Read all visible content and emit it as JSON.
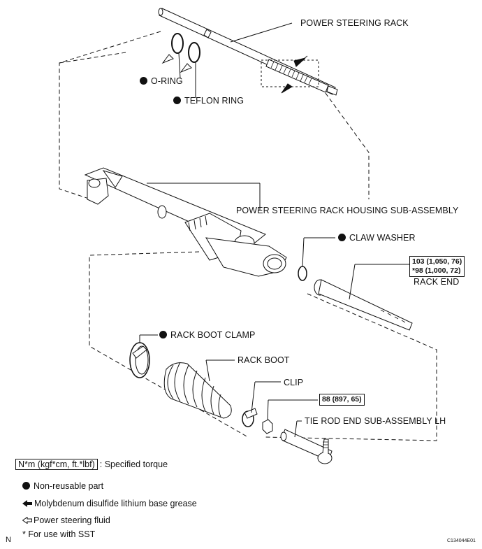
{
  "labels": {
    "power_steering_rack": "POWER STEERING RACK",
    "o_ring": "O-RING",
    "teflon_ring": "TEFLON RING",
    "housing": "POWER STEERING RACK HOUSING SUB-ASSEMBLY",
    "claw_washer": "CLAW WASHER",
    "rack_end": "RACK END",
    "rack_boot_clamp": "RACK BOOT CLAMP",
    "rack_boot": "RACK BOOT",
    "clip": "CLIP",
    "tie_rod_end": "TIE ROD END SUB-ASSEMBLY LH"
  },
  "torque": {
    "rack_end_line1": "103 (1,050, 76)",
    "rack_end_line2": "*98 (1,000, 72)",
    "tie_rod_nut": "88 (897, 65)"
  },
  "legend": {
    "torque_units": "N*m (kgf*cm, ft.*lbf)",
    "torque_desc": ": Specified torque",
    "non_reusable": "Non-reusable part",
    "grease": "Molybdenum disulfide lithium base grease",
    "fluid": "Power steering fluid",
    "sst": "* For use with SST"
  },
  "corner": {
    "left_mark": "N",
    "figure_code": "C134044E01"
  }
}
